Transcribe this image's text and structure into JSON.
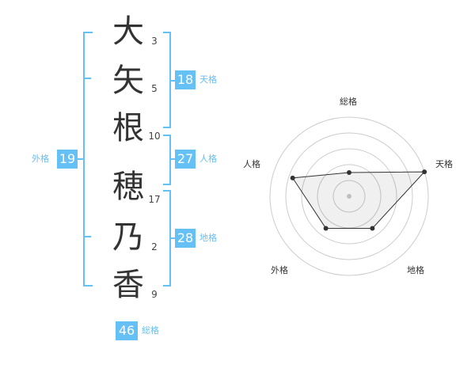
{
  "name_chars": [
    "大",
    "矢",
    "根",
    "穂",
    "乃",
    "香"
  ],
  "strokes": [
    "3",
    "5",
    "10",
    "17",
    "2",
    "9"
  ],
  "tenkaku": {
    "value": "18",
    "label": "天格"
  },
  "jinkaku": {
    "value": "27",
    "label": "人格"
  },
  "chikaku": {
    "value": "28",
    "label": "地格"
  },
  "gaikaku": {
    "value": "19",
    "label": "外格"
  },
  "soukaku": {
    "value": "46",
    "label": "総格"
  },
  "radar": {
    "axes": [
      "総格",
      "天格",
      "地格",
      "外格",
      "人格"
    ],
    "values": [
      0.3,
      1.0,
      0.5,
      0.5,
      0.75
    ]
  },
  "colors": {
    "accent": "#64c0f5",
    "text": "#333333",
    "grid": "#cccccc"
  }
}
